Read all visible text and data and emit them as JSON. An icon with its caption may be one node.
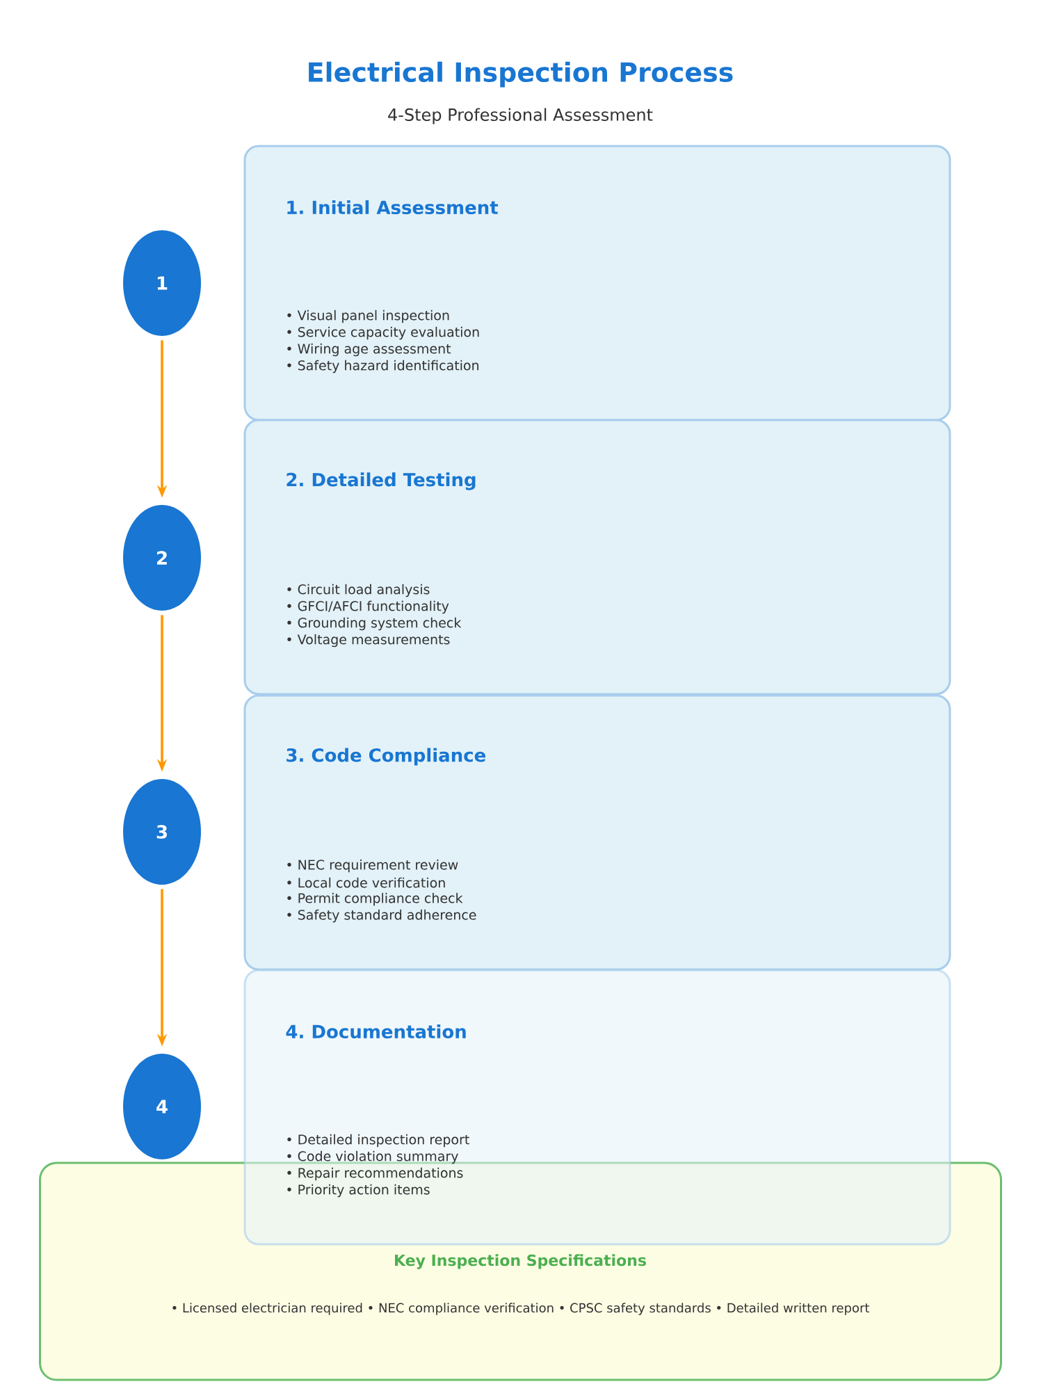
{
  "diagram": {
    "title": "Electrical Inspection Process",
    "nodes": [
      {
        "text": [
          "1. Initial Assessment",
          "• Visual panel inspection",
          "• Service capacity evaluation",
          "• Wiring age assessment",
          "• Safety hazard identification"
        ]
      },
      {
        "text": [
          "1"
        ]
      },
      {
        "text": [
          "2. Detailed Testing",
          "• Circuit load analysis",
          "• GFCI/AFCI functionality",
          "• Grounding system check",
          "• Voltage measurements"
        ]
      },
      {
        "text": [
          "2"
        ]
      },
      {
        "text": [
          "3. Code Compliance",
          "• NEC requirement review",
          "• Local code verification",
          "• Permit compliance check",
          "• Safety standard adherence"
        ]
      },
      {
        "text": [
          "3"
        ]
      },
      {
        "text": [
          "4. Documentation",
          "• Detailed inspection report",
          "• Code violation summary",
          "• Repair recommendations",
          "• Priority action items"
        ]
      },
      {
        "text": [
          "4"
        ]
      },
      {
        "text": [
          "Key Inspection Specifications",
          "• Licensed electrician required • NEC compliance verification • CPSC safety standards • Detailed written report"
        ]
      }
    ],
    "edges": [
      {
        "from": 1,
        "to": 3,
        "arrow": "to"
      },
      {
        "from": 3,
        "to": 5,
        "arrow": "to"
      },
      {
        "from": 5,
        "to": 7,
        "arrow": "to"
      }
    ],
    "labels": [
      "4-Step Professional Assessment"
    ]
  }
}
